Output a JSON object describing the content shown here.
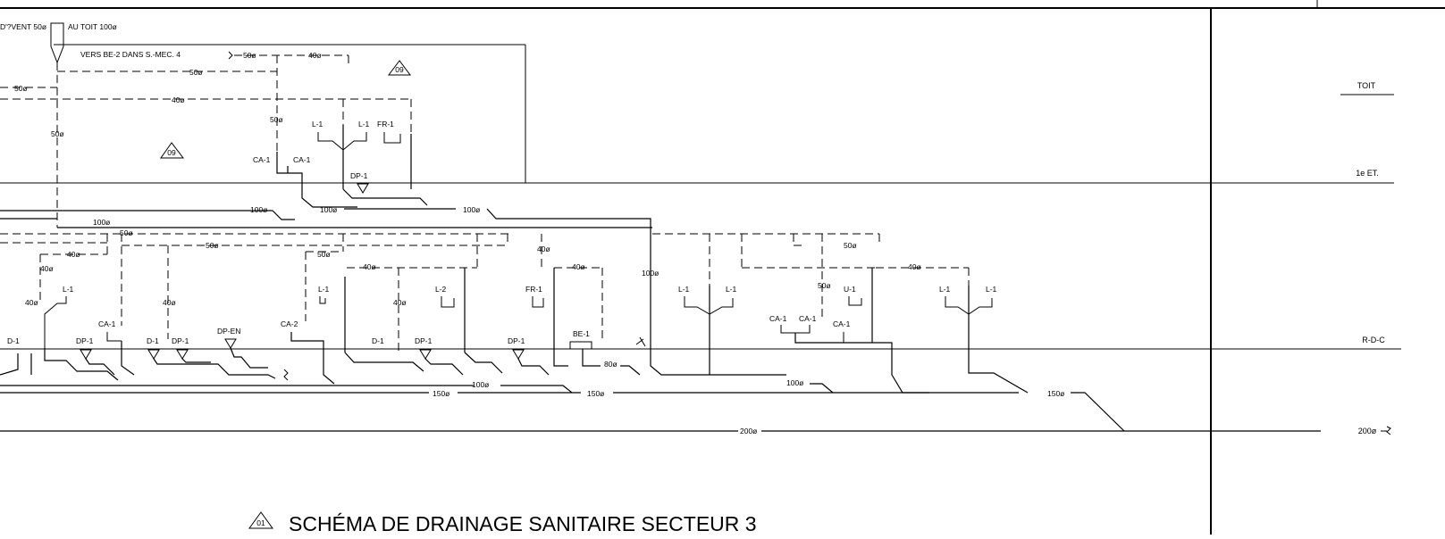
{
  "drawing": {
    "title": "SCHÉMA DE DRAINAGE SANITAIRE SECTEUR 3",
    "title_marker": "01",
    "section_marker": "09",
    "levels": [
      {
        "id": "toit",
        "label": "TOIT"
      },
      {
        "id": "first",
        "label": "1e ET."
      },
      {
        "id": "rdc",
        "label": "R-D-C"
      },
      {
        "id": "main",
        "label": "200ø"
      }
    ],
    "top_notes": {
      "vent": "D'?VENT 50ø",
      "roof": "AU TOIT 100ø",
      "to_be2": "VERS BE-2 DANS S.-MEC. 4"
    },
    "diameters": {
      "d40": "40ø",
      "d50": "50ø",
      "d80": "80ø",
      "d100": "100ø",
      "d150": "150ø",
      "d200": "200ø"
    },
    "fixtures": {
      "L1": "L-1",
      "L2": "L-2",
      "FR1": "FR-1",
      "CA1": "CA-1",
      "CA2": "CA-2",
      "DP1": "DP-1",
      "DPEN": "DP-EN",
      "D1": "D-1",
      "BE1": "BE-1",
      "U1": "U-1"
    }
  }
}
